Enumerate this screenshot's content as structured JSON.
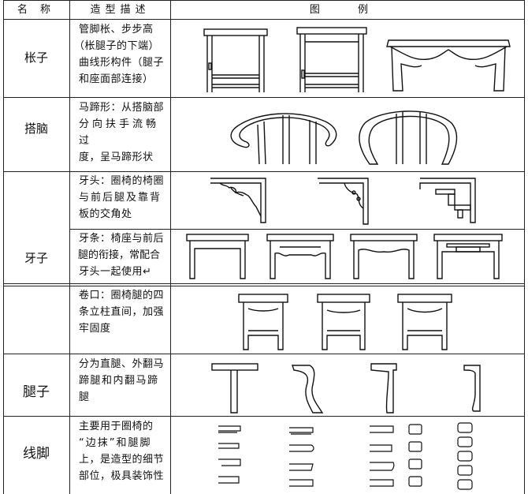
{
  "headers": {
    "name": "名 称",
    "desc": "造型描述",
    "illus": "图 例"
  },
  "rows": [
    {
      "name": "枨子",
      "desc": [
        "管脚枨、步步高",
        "（枨腿子的下端）",
        "曲线形构件（腿子",
        "和座面部连接）"
      ]
    },
    {
      "name": "搭脑",
      "desc": [
        "马蹄形：从搭脑部",
        "分向扶手流畅过",
        "度，呈马蹄形状"
      ]
    },
    {
      "name": "牙子",
      "desc_a": [
        "牙头：圈椅的椅圈",
        "与前后腿及靠背",
        "板的交角处"
      ],
      "desc_b": [
        "牙条：椅座与前后",
        "腿的衔接，常配合",
        "牙头一起使用↵"
      ]
    },
    {
      "name": "",
      "desc": [
        "卷口：圈椅腿的四",
        "条立柱直间，加强",
        "牢固度"
      ]
    },
    {
      "name": "腿子",
      "desc": [
        "分为直腿、外翻马",
        "蹄腿和内翻马蹄",
        "腿"
      ]
    },
    {
      "name": "线脚",
      "desc": [
        "主要用于圈椅的",
        "“边抹”和腿脚",
        "上，是造型的细节",
        "部位，极具装饰性"
      ]
    }
  ]
}
